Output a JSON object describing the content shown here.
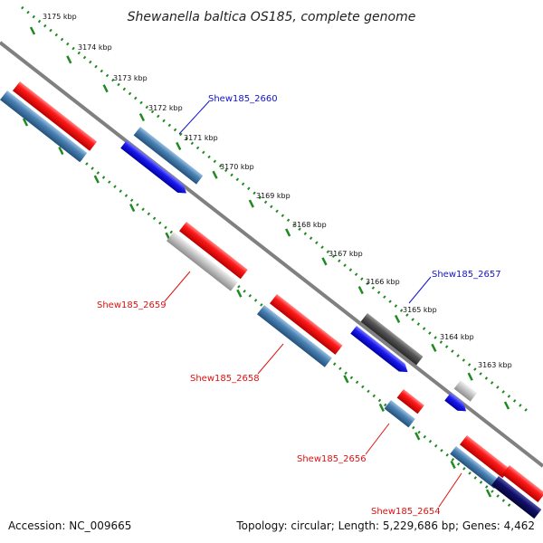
{
  "title": "Shewanella baltica OS185, complete genome",
  "accession_label": "Accession: NC_009665",
  "summary_label": "Topology: circular; Length: 5,229,686 bp; Genes: 4,462",
  "ticks": [
    "3175 kbp",
    "3174 kbp",
    "3173 kbp",
    "3172 kbp",
    "3171 kbp",
    "3170 kbp",
    "3169 kbp",
    "3168 kbp",
    "3167 kbp",
    "3166 kbp",
    "3165 kbp",
    "3164 kbp",
    "3163 kbp"
  ],
  "gene_labels": {
    "g2660": "Shew185_2660",
    "g2659": "Shew185_2659",
    "g2658": "Shew185_2658",
    "g2657": "Shew185_2657",
    "g2656": "Shew185_2656",
    "g2654": "Shew185_2654"
  },
  "colors": {
    "forward_gene": "#ee1111",
    "cds": "#4a82b4",
    "rna_blue": "#1a1aee",
    "light_gray": "#c8c8c8",
    "dark_gray": "#555555",
    "navy": "#10106a",
    "backbone": "#808080",
    "tick_green": "#1f8a1f",
    "label_blue": "#1414cc",
    "label_red": "#dd1111"
  }
}
